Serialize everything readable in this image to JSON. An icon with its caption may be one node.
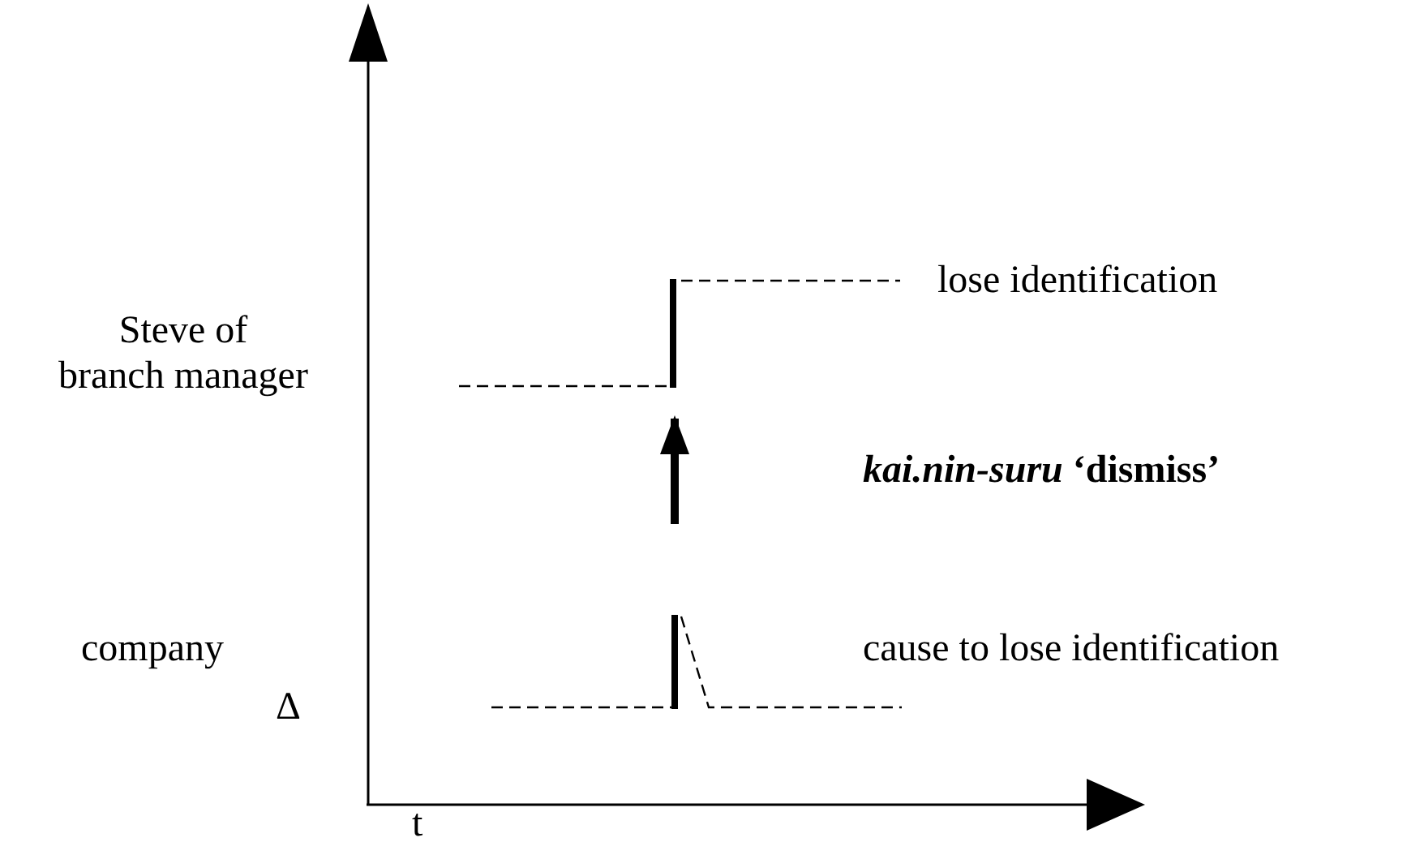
{
  "diagram": {
    "nodes": [
      {
        "text": [],
        "shape": "bar"
      },
      {
        "text": [],
        "shape": "bar"
      }
    ],
    "edges": [
      {
        "from": 1,
        "to": 0,
        "arrow": "to"
      }
    ],
    "labels": [
      "lose identification",
      "Steve of branch manager",
      "*kai.nin-suru* ‘dismiss’",
      "company",
      "Δ",
      "cause to lose identification",
      "t"
    ]
  }
}
